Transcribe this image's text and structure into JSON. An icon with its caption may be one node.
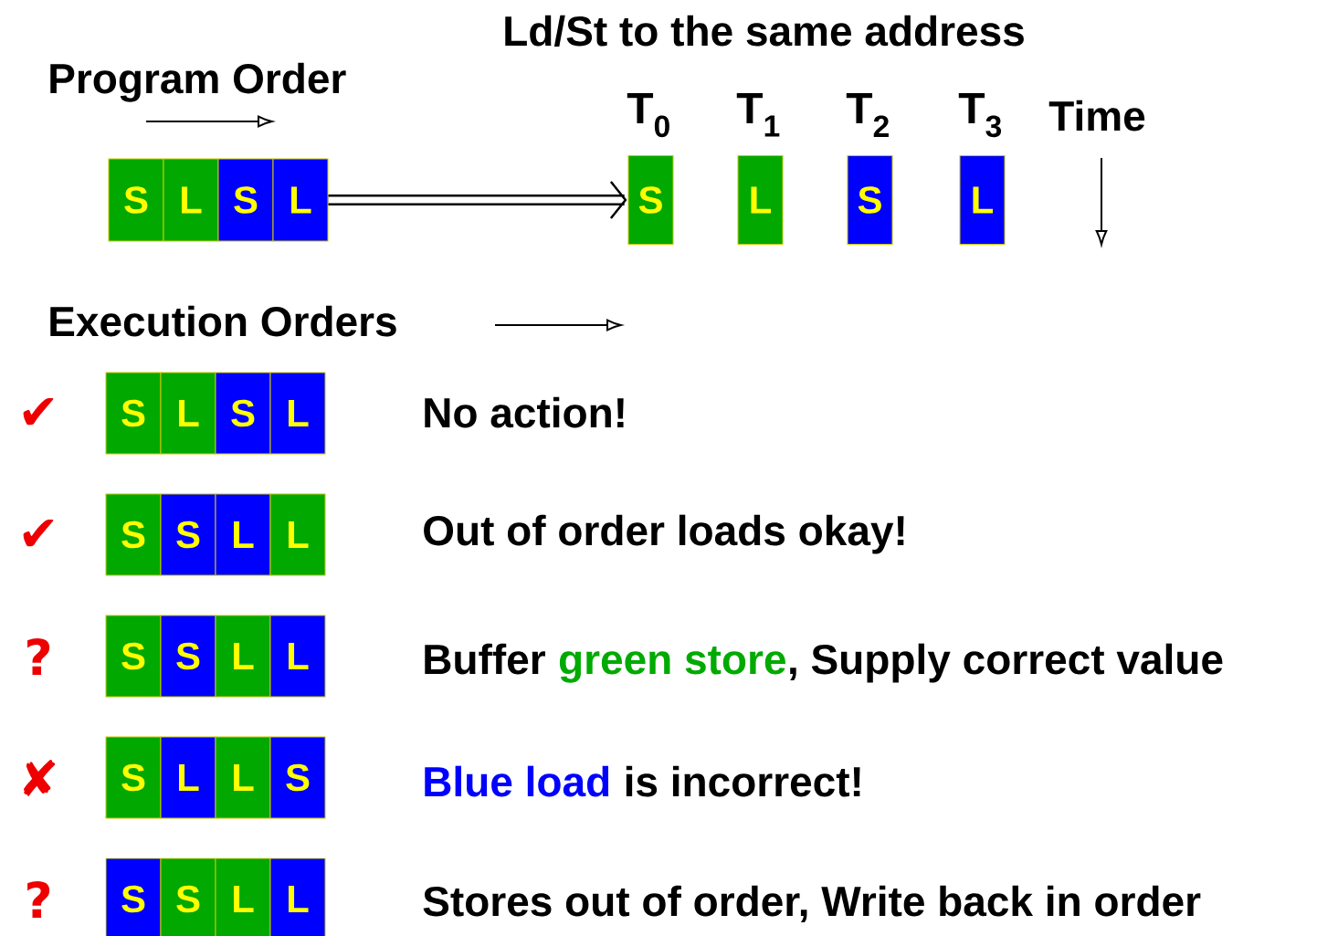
{
  "diagram": {
    "nodes": [
      {
        "text": [
          "S"
        ]
      },
      {
        "text": [
          "L"
        ]
      },
      {
        "text": [
          "S"
        ]
      },
      {
        "text": [
          "L"
        ]
      },
      {
        "text": [
          "S"
        ],
        "beside": [
          "T$_{0}$"
        ]
      },
      {
        "text": [
          "L"
        ],
        "beside": [
          "T$_{1}$"
        ]
      },
      {
        "text": [
          "S"
        ],
        "beside": [
          "T$_{2}$"
        ]
      },
      {
        "text": [
          "L"
        ],
        "beside": [
          "T$_{3}$"
        ]
      },
      {
        "text": [
          "S"
        ]
      },
      {
        "text": [
          "L"
        ]
      },
      {
        "text": [
          "S"
        ]
      },
      {
        "text": [
          "L"
        ]
      },
      {
        "text": [
          "S"
        ]
      },
      {
        "text": [
          "S"
        ]
      },
      {
        "text": [
          "L"
        ]
      },
      {
        "text": [
          "L"
        ]
      },
      {
        "text": [
          "S"
        ]
      },
      {
        "text": [
          "S"
        ]
      },
      {
        "text": [
          "L"
        ]
      },
      {
        "text": [
          "L"
        ]
      },
      {
        "text": [
          "S"
        ]
      },
      {
        "text": [
          "L"
        ]
      },
      {
        "text": [
          "L"
        ]
      },
      {
        "text": [
          "S"
        ]
      },
      {
        "text": [
          "S"
        ]
      },
      {
        "text": [
          "S"
        ]
      },
      {
        "text": [
          "L"
        ]
      },
      {
        "text": [
          "L"
        ]
      }
    ],
    "edges": [
      {
        "from": 3,
        "to": 4,
        "arrow": "to"
      }
    ],
    "labels": [
      "Ld/St to the same address",
      "Program Order",
      "Time",
      "Execution Orders",
      "✔",
      "No action!",
      "✔",
      "Out of order loads okay!",
      "?",
      "Buffer",
      "green store",
      ", Supply correct value",
      "✘",
      "Blue load",
      "is incorrect!",
      "?",
      "Stores out of order, Write back in order"
    ]
  }
}
